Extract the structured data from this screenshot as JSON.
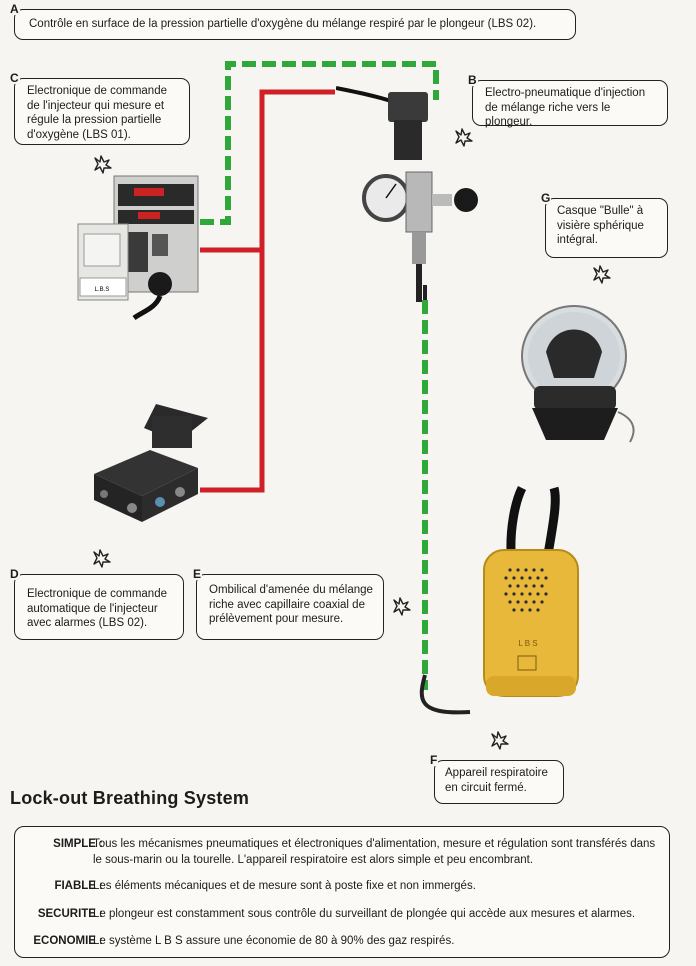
{
  "boxes": {
    "a": {
      "letter": "A",
      "text": "Contrôle en surface de la pression partielle d'oxygène du mélange respiré par le plongeur (LBS 02)."
    },
    "b": {
      "letter": "B",
      "text": "Electro-pneumatique d'injection de mélange riche vers le plongeur."
    },
    "c": {
      "letter": "C",
      "text": "Electronique de commande de l'injecteur qui mesure et régule la pression partielle d'oxygène (LBS 01)."
    },
    "d": {
      "letter": "D",
      "text": "Electronique de commande automatique de l'injecteur avec alarmes (LBS 02)."
    },
    "e": {
      "letter": "E",
      "text": "Ombilical d'amenée du mélange riche avec capillaire coaxial de prélèvement pour mesure."
    },
    "f": {
      "letter": "F",
      "text": "Appareil respiratoire en circuit fermé."
    },
    "g": {
      "letter": "G",
      "text": "Casque \"Bulle\" à visière sphérique intégral."
    }
  },
  "device_labels": {
    "lbs": "L.B.S",
    "lbs_backpack": "L B S"
  },
  "title": "Lock-out Breathing System",
  "features": [
    {
      "key": "SIMPLE :",
      "text": "Tous les mécanismes pneumatiques et électroniques d'alimentation, mesure et régulation sont transférés dans le sous-marin ou la tourelle. L'appareil respiratoire est alors simple et peu encombrant."
    },
    {
      "key": "FIABLE :",
      "text": "Les éléments mécaniques et de mesure sont à poste fixe et non immergés."
    },
    {
      "key": "SECURITE :",
      "text": "Le plongeur est constamment sous contrôle du surveillant de plongée qui accède aux mesures et alarmes."
    },
    {
      "key": "ECONOMIE :",
      "text": "Le système L B S assure une économie de 80 à 90% des gaz respirés."
    }
  ],
  "colors": {
    "green_line": "#2fa83a",
    "red_line": "#cf2027",
    "housing_yellow": "#e8b83a"
  }
}
